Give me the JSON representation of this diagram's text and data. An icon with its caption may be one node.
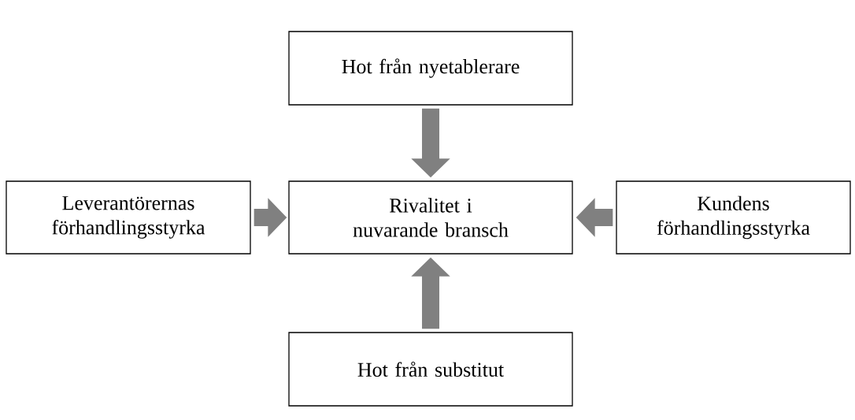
{
  "diagram": {
    "nodes": [
      {
        "text": [
          "Hot från nyetablerare"
        ]
      },
      {
        "text": [
          "Leverantörernas förhandlingsstyrka"
        ]
      },
      {
        "text": [
          "Rivalitet i nuvarande bransch"
        ]
      },
      {
        "text": [
          "Kundens förhandlingsstyrka"
        ]
      },
      {
        "text": [
          "Hot från substitut"
        ]
      }
    ],
    "edges": [
      {
        "from": 0,
        "to": 2,
        "arrow": "to"
      },
      {
        "from": 1,
        "to": 2,
        "arrow": "to"
      },
      {
        "from": 3,
        "to": 2,
        "arrow": "to"
      },
      {
        "from": 4,
        "to": 2,
        "arrow": "to"
      }
    ]
  }
}
